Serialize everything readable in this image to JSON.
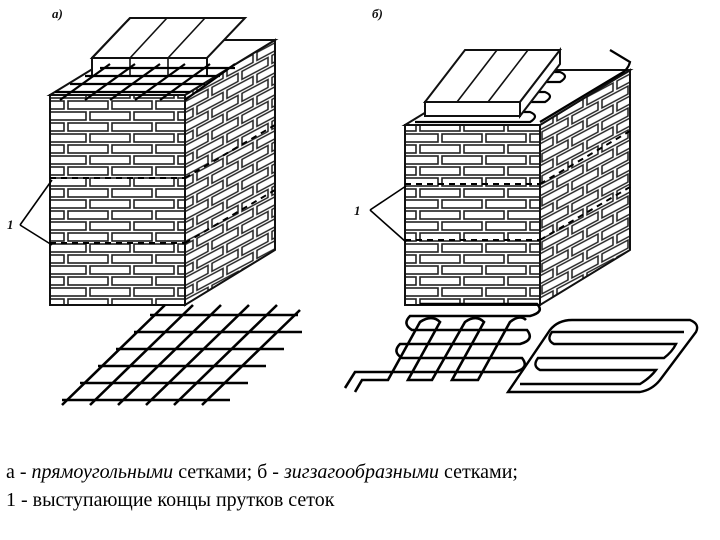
{
  "figure": {
    "label_a": "а)",
    "label_b": "б)",
    "callout_left": "1",
    "callout_right": "1"
  },
  "caption": {
    "line1": {
      "a_prefix": "а - ",
      "a_term": "прямоугольными",
      "a_rest": " сетками; б - ",
      "b_term": "зигзагообразными",
      "b_rest": " сетками;"
    },
    "line2": "1 - выступающие концы прутков сеток"
  }
}
